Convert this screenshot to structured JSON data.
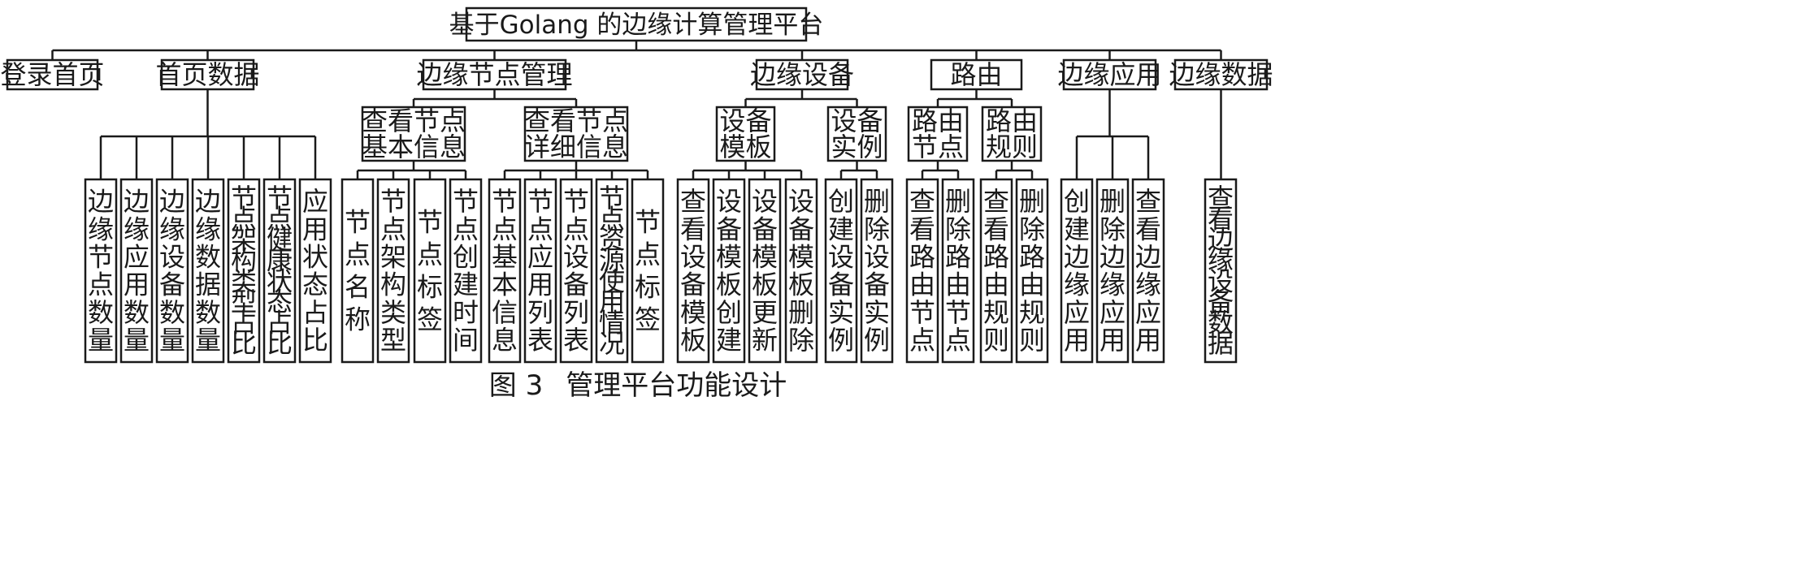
{
  "root": "基于Golang 的边缘计算管理平台",
  "caption": {
    "figure": "图 3",
    "title": "管理平台功能设计"
  },
  "modules": [
    {
      "id": "login",
      "label": "登录首页",
      "children": []
    },
    {
      "id": "home",
      "label": "首页数据",
      "leaves": [
        "边缘节点数量",
        "边缘应用数量",
        "边缘设备数量",
        "边缘数据数量",
        "节点架构类型占比",
        "节点健康状态占比",
        "应用状态占比"
      ]
    },
    {
      "id": "node",
      "label": "边缘节点管理",
      "groups": [
        {
          "id": "node-basic",
          "lines": [
            "查看节点",
            "基本信息"
          ],
          "leaves": [
            "节点名称",
            "节点架构类型",
            "节点标签",
            "节点创建时间"
          ]
        },
        {
          "id": "node-detail",
          "lines": [
            "查看节点",
            "详细信息"
          ],
          "leaves": [
            "节点基本信息",
            "节点应用列表",
            "节点设备列表",
            "节点资源使用情况",
            "节点标签"
          ]
        }
      ]
    },
    {
      "id": "device",
      "label": "边缘设备",
      "groups": [
        {
          "id": "device-template",
          "lines": [
            "设备",
            "模板"
          ],
          "leaves": [
            "查看设备模板",
            "设备模板创建",
            "设备模板更新",
            "设备模板删除"
          ]
        },
        {
          "id": "device-instance",
          "lines": [
            "设备",
            "实例"
          ],
          "leaves": [
            "创建设备实例",
            "删除设备实例"
          ]
        }
      ]
    },
    {
      "id": "route",
      "label": "路由",
      "groups": [
        {
          "id": "route-node",
          "lines": [
            "路由",
            "节点"
          ],
          "leaves": [
            "查看路由节点",
            "删除路由节点"
          ]
        },
        {
          "id": "route-rule",
          "lines": [
            "路由",
            "规则"
          ],
          "leaves": [
            "查看路由规则",
            "删除路由规则"
          ]
        }
      ]
    },
    {
      "id": "app",
      "label": "边缘应用",
      "leaves": [
        "创建边缘应用",
        "删除边缘应用",
        "查看边缘应用"
      ]
    },
    {
      "id": "data",
      "label": "边缘数据",
      "leaves": [
        "查看边缘设备数据"
      ]
    }
  ]
}
